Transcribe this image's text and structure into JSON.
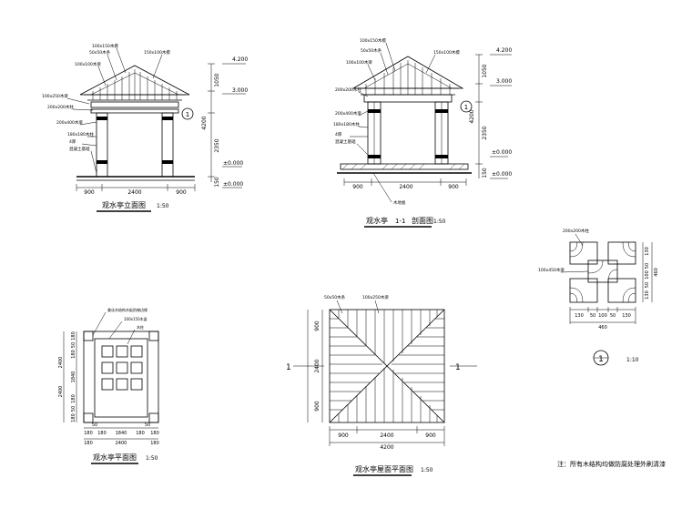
{
  "front_elevation": {
    "title": "观水亭立面图",
    "scale": "1:50",
    "dims_bottom": [
      "900",
      "2400",
      "900"
    ],
    "dims_right": [
      "1050",
      "4200",
      "2350",
      "150"
    ],
    "levels": [
      "4.200",
      "3.000",
      "±0.000",
      "±0.000"
    ],
    "labels": [
      "100x150木檩",
      "50x50木条",
      "100x100木梁",
      "150x100木檩",
      "100x250木梁",
      "200x200木柱",
      "200x400木梁",
      "180x180木柱",
      "4厚",
      "混凝土基础"
    ],
    "callout": "1"
  },
  "section_view": {
    "title_a": "观水亭",
    "title_b": "1-1",
    "title_c": "剖面图",
    "scale": "1:50",
    "dims_bottom": [
      "900",
      "2400",
      "900"
    ],
    "dims_right": [
      "1050",
      "4200",
      "2350",
      "150"
    ],
    "levels": [
      "4.200",
      "3.000",
      "±0.000",
      "±0.000"
    ],
    "labels": [
      "100x150木檩",
      "50x50木条",
      "100x100木梁",
      "150x100木檩",
      "200x200木柱",
      "200x400木梁",
      "180x180木柱",
      "4厚",
      "混凝土基础",
      "木地板"
    ],
    "callout": "1"
  },
  "plan_view": {
    "title": "观水亭平面图",
    "scale": "1:50",
    "dims_bottom_inner": [
      "180",
      "50",
      "180",
      "1840",
      "180",
      "50",
      "180"
    ],
    "dims_bottom_outer": [
      "180",
      "2400",
      "180"
    ],
    "dims_left": [
      "180",
      "50",
      "180",
      "1840",
      "180",
      "50",
      "180"
    ],
    "dims_left_outer": [
      "2400",
      "2400"
    ],
    "labels": [
      "美化木结构木板阶梯边缘",
      "100x150木梁",
      "木柱"
    ]
  },
  "roof_plan": {
    "title": "观水亭屋面平面图",
    "scale": "1:50",
    "labels": [
      "50x50木条",
      "100x250木梁"
    ],
    "dims_bottom": [
      "900",
      "2400",
      "900"
    ],
    "dims_total": "4200",
    "dims_left": [
      "900",
      "2400",
      "900"
    ],
    "section_mark": "1"
  },
  "detail": {
    "callout": "1",
    "scale": "1:10",
    "labels": [
      "200x200木柱",
      "100x450木梁"
    ],
    "dims_bottom": [
      "130",
      "50",
      "100",
      "50",
      "130"
    ],
    "dims_total": "460",
    "dims_right": [
      "130",
      "50",
      "100",
      "50",
      "130"
    ],
    "dims_right_total": "460"
  },
  "note": "注：所有木结构均做防腐处理外刷清漆"
}
